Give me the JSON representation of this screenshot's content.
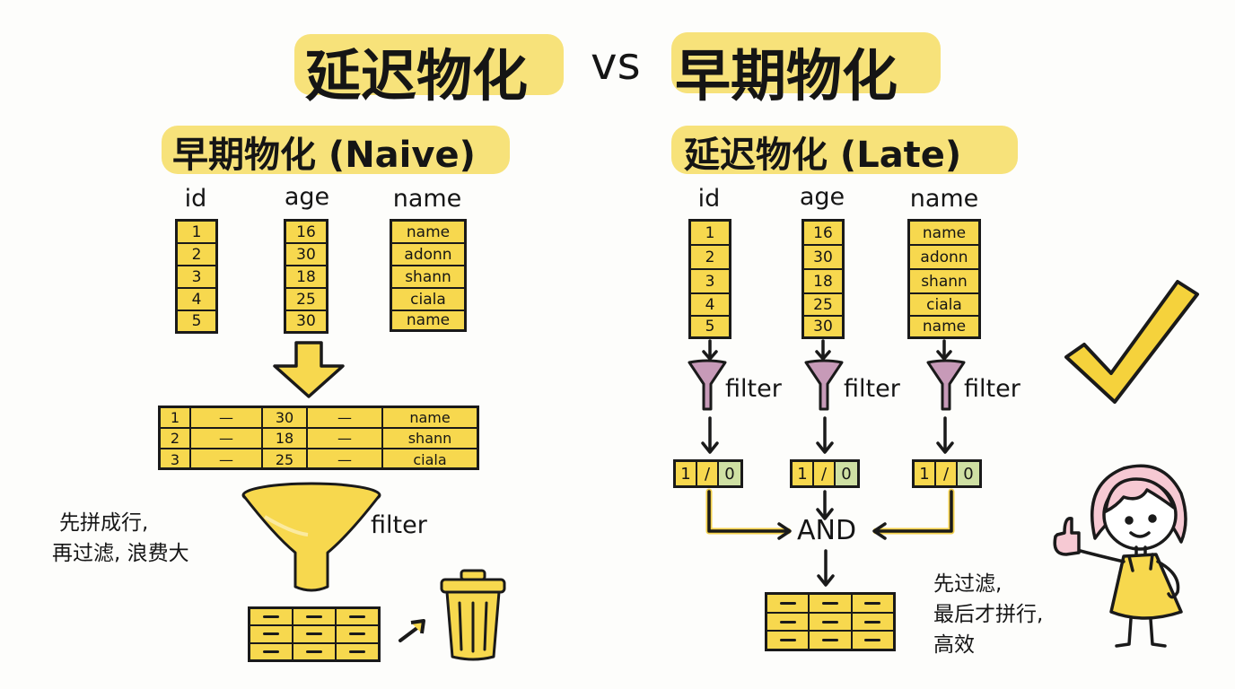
{
  "title": {
    "left": "延迟物化",
    "vs": "vs",
    "right": "早期物化"
  },
  "naive": {
    "heading": "早期物化 (Naive)",
    "columns": [
      {
        "name": "id",
        "values": [
          "1",
          "2",
          "3",
          "4",
          "5"
        ]
      },
      {
        "name": "age",
        "values": [
          "16",
          "30",
          "18",
          "25",
          "30"
        ]
      },
      {
        "name": "name",
        "values": [
          "name",
          "adonn",
          "shann",
          "ciala",
          "name"
        ]
      }
    ],
    "rows": [
      [
        "1",
        "—",
        "30",
        "—",
        "name"
      ],
      [
        "2",
        "—",
        "18",
        "—",
        "shann"
      ],
      [
        "3",
        "—",
        "25",
        "—",
        "ciala"
      ]
    ],
    "filter_label": "filter",
    "note": [
      "先拼成行,",
      "再过滤, 浪费大"
    ]
  },
  "late": {
    "heading": "延迟物化 (Late)",
    "columns": [
      {
        "name": "id",
        "values": [
          "1",
          "2",
          "3",
          "4",
          "5"
        ]
      },
      {
        "name": "age",
        "values": [
          "16",
          "30",
          "18",
          "25",
          "30"
        ]
      },
      {
        "name": "name",
        "values": [
          "name",
          "adonn",
          "shann",
          "ciala",
          "name"
        ]
      }
    ],
    "filter_label": "filter",
    "bitmap": [
      "1",
      "/",
      "0"
    ],
    "and_label": "AND",
    "note": [
      "先过滤,",
      "最后才拼行,",
      "高效"
    ]
  },
  "colors": {
    "highlight": "#f7e27a",
    "cell": "#f7d84e",
    "funnel_purple": "#c79ab8",
    "bit_green": "#cfe0a3",
    "ink": "#1a1a1a"
  }
}
